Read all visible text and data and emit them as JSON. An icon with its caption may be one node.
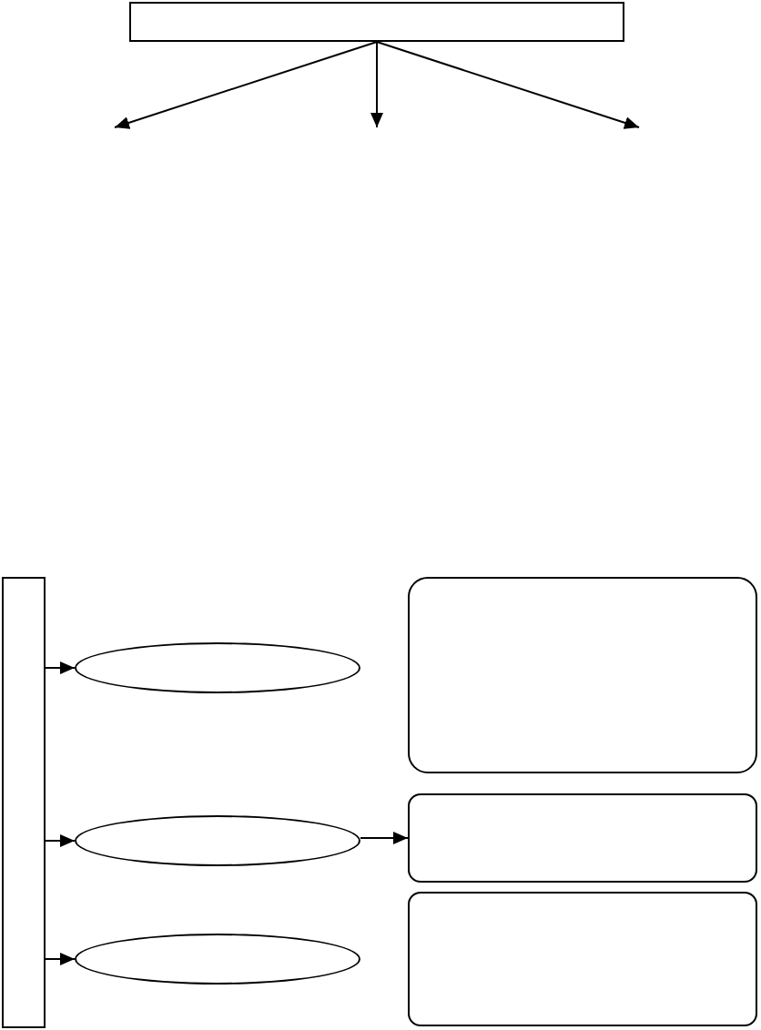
{
  "diagram": {
    "nodes": [
      {
        "text": [],
        "shape": "box"
      },
      {
        "text": [],
        "shape": "bar"
      },
      {
        "text": [],
        "shape": "ellipse"
      },
      {
        "text": [],
        "shape": "ellipse"
      },
      {
        "text": [],
        "shape": "ellipse"
      },
      {
        "text": [],
        "shape": "box"
      },
      {
        "text": [],
        "shape": "box"
      },
      {
        "text": [],
        "shape": "box"
      }
    ],
    "edges": [
      {
        "from": 0,
        "to": null,
        "arrow": "to"
      },
      {
        "from": 0,
        "to": null,
        "arrow": "to"
      },
      {
        "from": 0,
        "to": null,
        "arrow": "to"
      },
      {
        "from": 1,
        "to": 2,
        "arrow": "to"
      },
      {
        "from": 1,
        "to": 3,
        "arrow": "to"
      },
      {
        "from": 1,
        "to": 4,
        "arrow": "to"
      },
      {
        "from": 3,
        "to": 6,
        "arrow": "to"
      }
    ]
  }
}
